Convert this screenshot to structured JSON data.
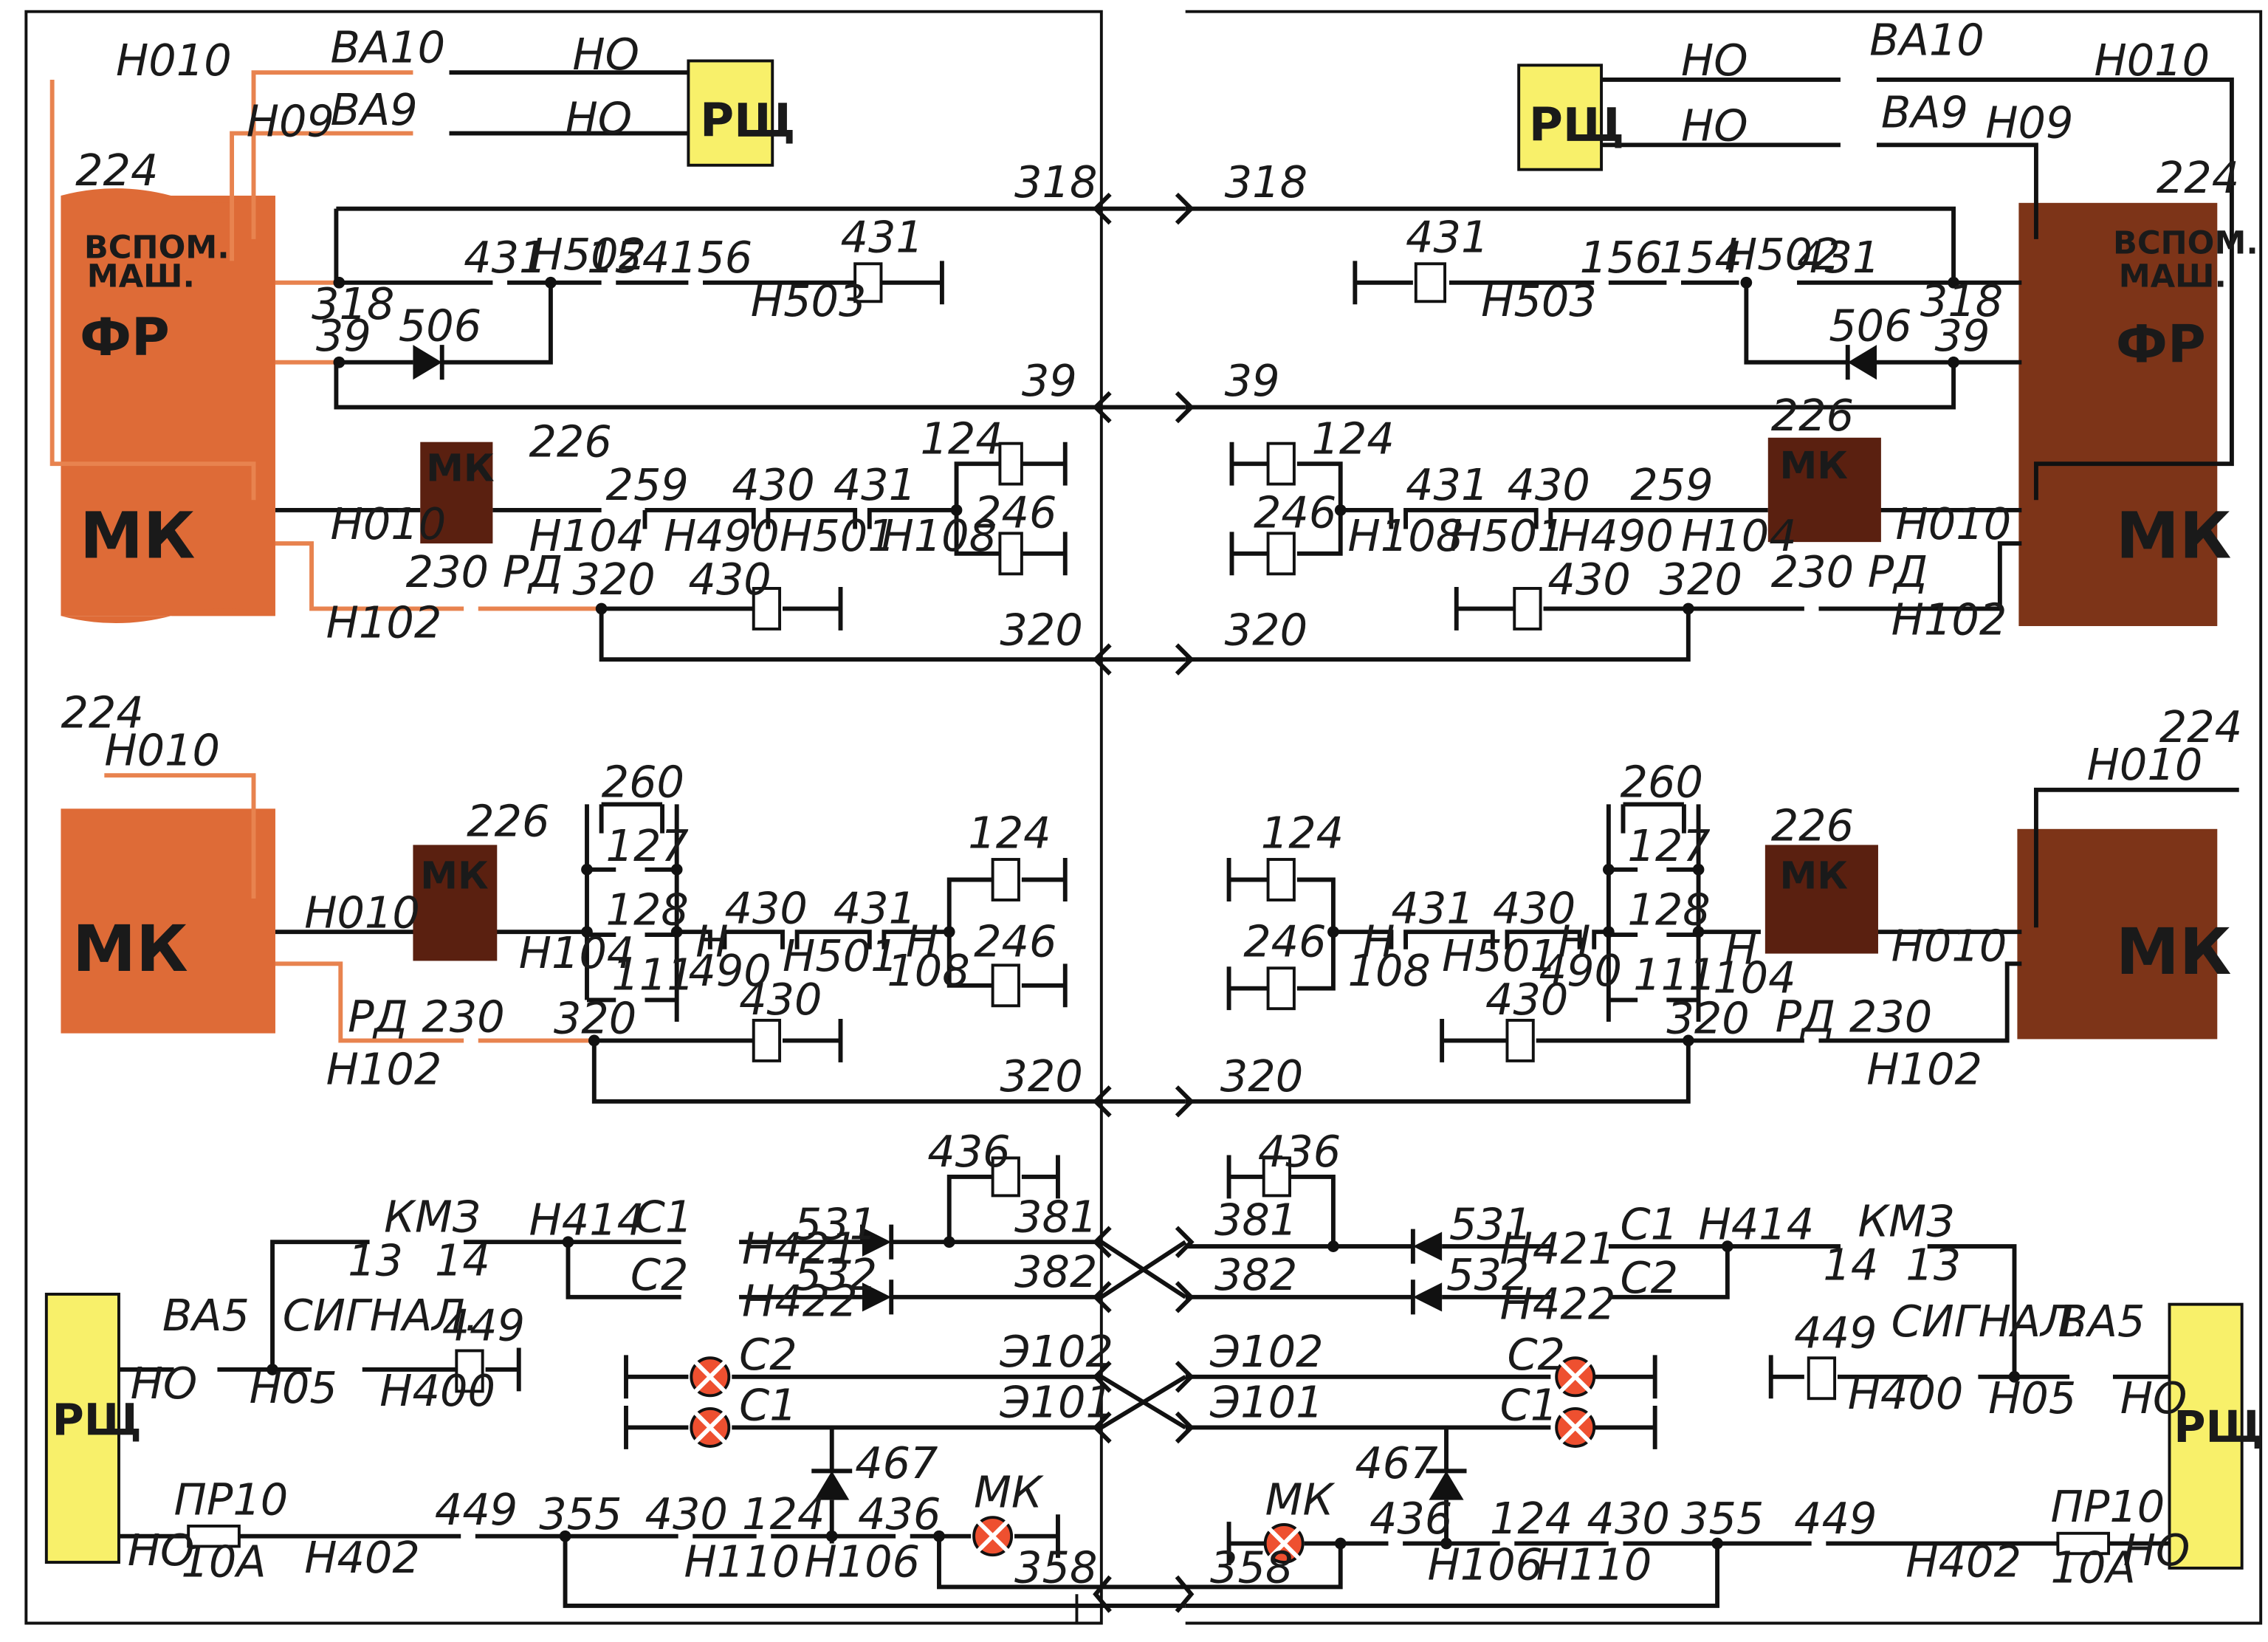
{
  "colors": {
    "wire": "#111111",
    "bus_orange": "#e8834f",
    "panel_orange": "#de6b37",
    "panel_brown": "#7d3418",
    "coil_dark": "#5a2010",
    "rsch_yellow": "#f8f06a",
    "lamp_fill": "#ee5030"
  },
  "panels": {
    "rsch": "РЩ",
    "vspom_1": "ВСПОМ.",
    "vspom_2": "МАШ.",
    "fr": "ФР",
    "mk": "МК",
    "block_id": "224",
    "mk_coil_id": "226",
    "mk_coil": "МК"
  },
  "wires": {
    "n010": "Н010",
    "n09": "Н09",
    "n0": "НО",
    "ba10": "ВА10",
    "ba9": "ВА9",
    "w318": "318",
    "w39": "39",
    "w320": "320",
    "w431": "431",
    "n502": "Н502",
    "w154": "154",
    "w156": "156",
    "n503": "Н503",
    "w506": "506",
    "w259": "259",
    "w430": "430",
    "w124": "124",
    "w246": "246",
    "n104": "Н104",
    "n490": "Н490",
    "n501": "Н501",
    "n108": "Н108",
    "rd230": "230 РД",
    "rd230b": "РД 230",
    "n102": "Н102",
    "w260": "260",
    "w127": "127",
    "w128": "128",
    "w111": "111",
    "n_v": "Н",
    "v490": "490",
    "v108": "108",
    "v104": "104",
    "w436": "436",
    "w381": "381",
    "w382": "382",
    "km3": "КМЗ",
    "w13": "13",
    "w14": "14",
    "n414": "Н414",
    "c1": "С1",
    "c2": "С2",
    "n421": "Н421",
    "n422": "Н422",
    "w531": "531",
    "w532": "532",
    "ba5": "ВА5",
    "signal": "СИГНАЛ.",
    "w449": "449",
    "n05": "Н05",
    "n400": "Н400",
    "e102": "Э102",
    "e101": "Э101",
    "w467": "467",
    "pr10": "ПР10",
    "a10": "10А",
    "n402": "Н402",
    "w355": "355",
    "n110": "Н110",
    "n106": "Н106",
    "w358": "358",
    "lamp_mk": "МК"
  }
}
